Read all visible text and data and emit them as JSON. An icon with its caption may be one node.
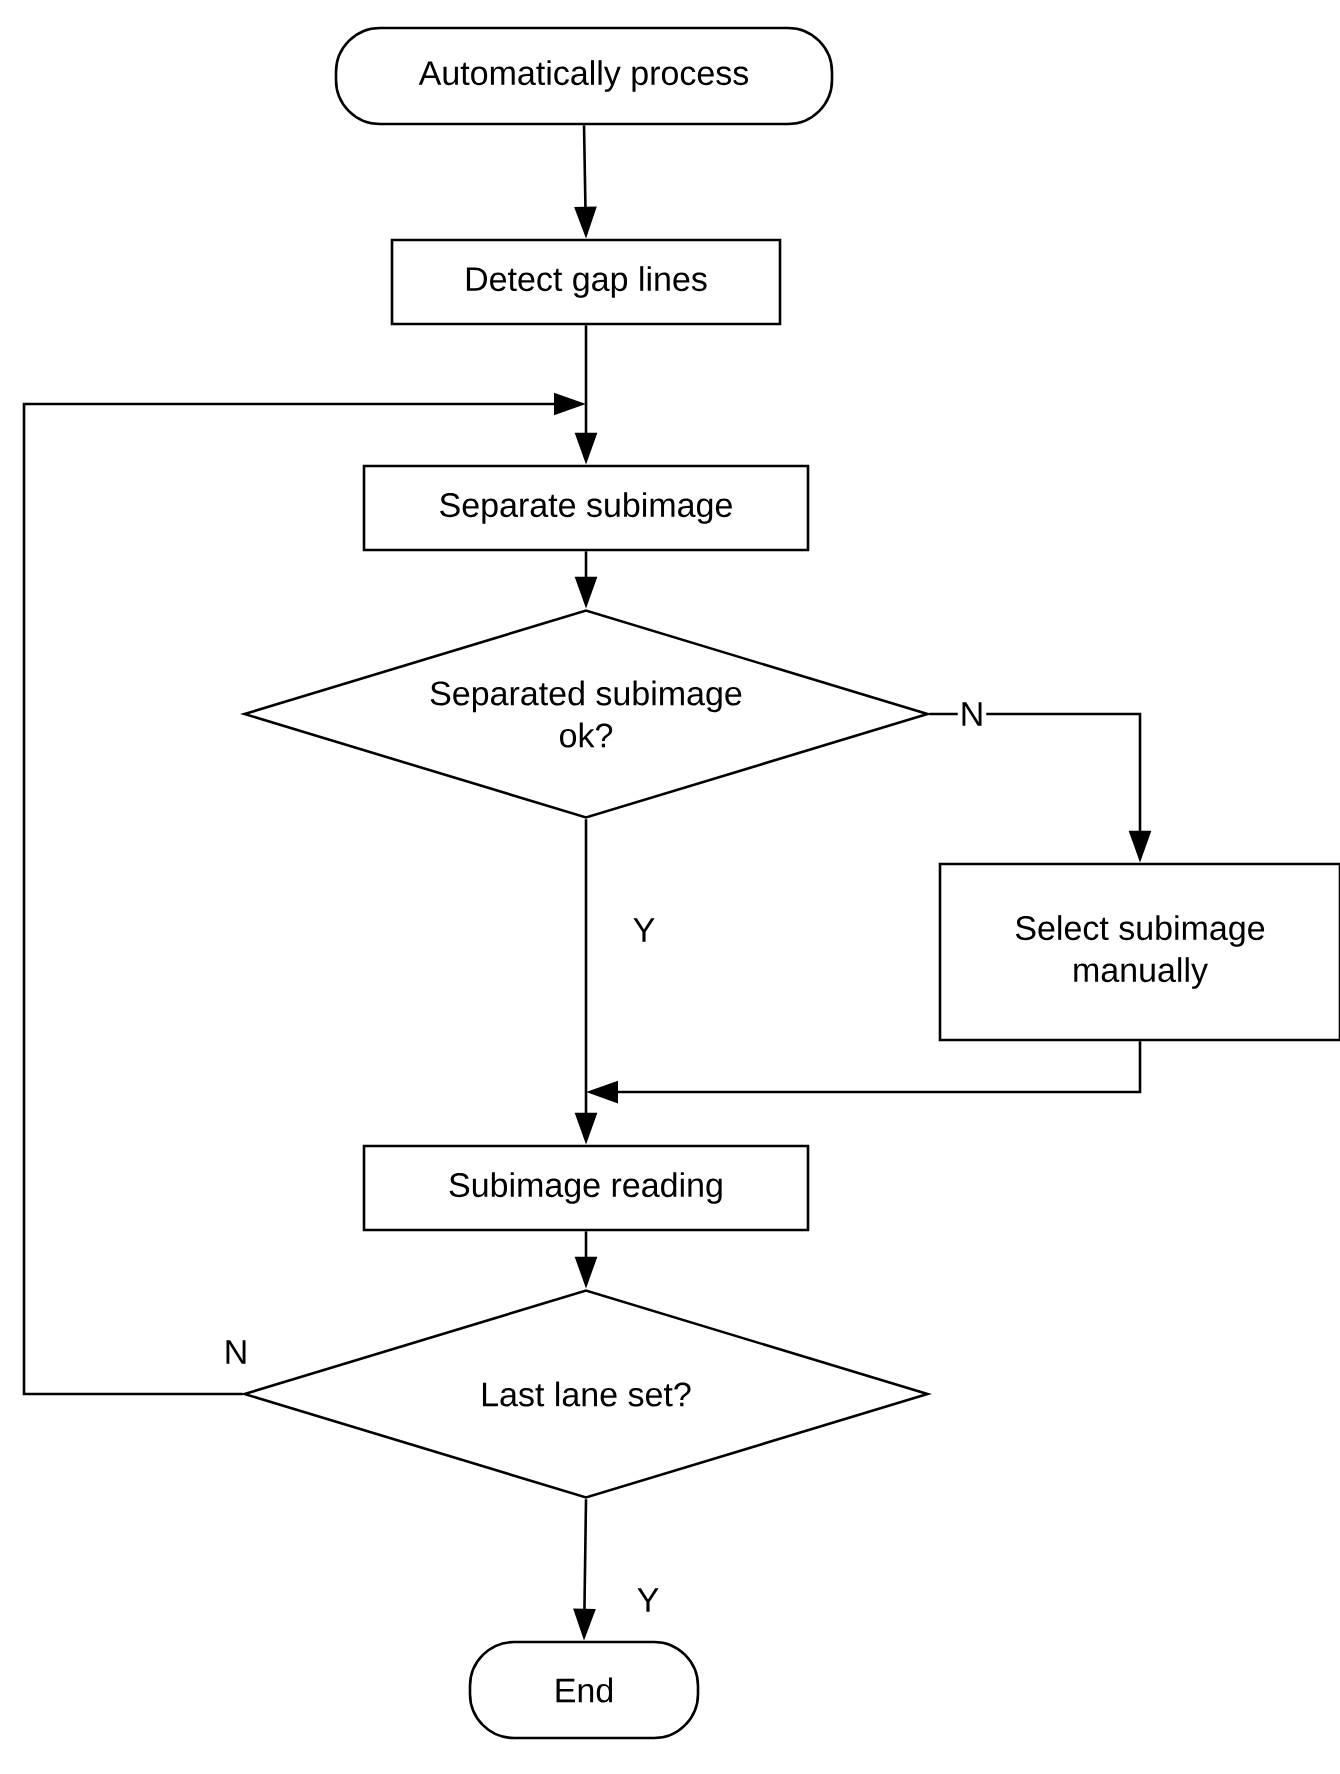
{
  "diagram": {
    "nodes": [
      {
        "text": [
          "Automatically process"
        ]
      },
      {
        "text": [
          "Detect gap lines"
        ]
      },
      {
        "text": [
          "Separate subimage"
        ]
      },
      {
        "text": [
          "Separated subimage ok?"
        ]
      },
      {
        "text": [
          "Select subimage manually"
        ]
      },
      {
        "text": [
          "Subimage reading"
        ]
      },
      {
        "text": [
          "Last lane set?"
        ]
      },
      {
        "text": [
          "End"
        ]
      }
    ],
    "edges": [
      {
        "from": 0,
        "to": 1,
        "arrow": "to"
      },
      {
        "from": 1,
        "to": 2,
        "arrow": "to"
      },
      {
        "from": 2,
        "to": 3,
        "arrow": "to"
      },
      {
        "from": 3,
        "to": 4,
        "arrow": "to",
        "label": "N"
      },
      {
        "from": 3,
        "to": 5,
        "arrow": "to",
        "label": "Y"
      },
      {
        "from": 4,
        "to": 5,
        "arrow": "to"
      },
      {
        "from": 5,
        "to": 6,
        "arrow": "to"
      },
      {
        "from": 6,
        "to": 2,
        "arrow": "to",
        "label": "N"
      },
      {
        "from": 6,
        "to": 7,
        "arrow": "to",
        "label": "Y"
      }
    ]
  }
}
